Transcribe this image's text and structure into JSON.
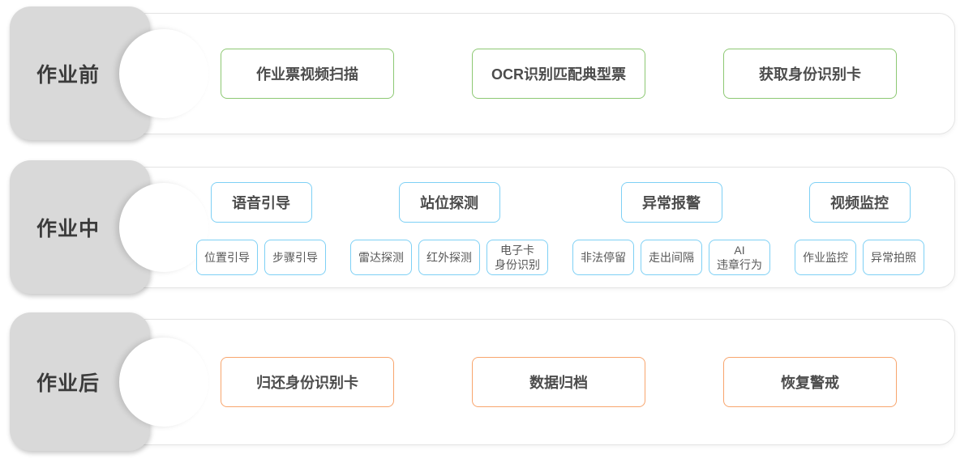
{
  "colors": {
    "pre_accent": "#8dc873",
    "during_accent": "#7ed0f5",
    "post_accent": "#f8a56d",
    "tab_background": "#d9d9d9",
    "panel_border": "#e4e4e4",
    "box_text": "#4c4c4c"
  },
  "phases": [
    {
      "label": "作业前",
      "accent": "#8dc873",
      "items": [
        {
          "label": "作业票视频扫描"
        },
        {
          "label": "OCR识别匹配典型票"
        },
        {
          "label": "获取身份识别卡"
        }
      ]
    },
    {
      "label": "作业中",
      "accent": "#7ed0f5",
      "groups": [
        {
          "label": "语音引导",
          "children": [
            {
              "lines": [
                "位置引导"
              ]
            },
            {
              "lines": [
                "步骤引导"
              ]
            }
          ]
        },
        {
          "label": "站位探测",
          "children": [
            {
              "lines": [
                "雷达探测"
              ]
            },
            {
              "lines": [
                "红外探测"
              ]
            },
            {
              "lines": [
                "电子卡",
                "身份识别"
              ]
            }
          ]
        },
        {
          "label": "异常报警",
          "children": [
            {
              "lines": [
                "非法停留"
              ]
            },
            {
              "lines": [
                "走出间隔"
              ]
            },
            {
              "lines": [
                "AI",
                "违章行为"
              ]
            }
          ]
        },
        {
          "label": "视频监控",
          "children": [
            {
              "lines": [
                "作业监控"
              ]
            },
            {
              "lines": [
                "异常拍照"
              ]
            }
          ]
        }
      ]
    },
    {
      "label": "作业后",
      "accent": "#f8a56d",
      "items": [
        {
          "label": "归还身份识别卡"
        },
        {
          "label": "数据归档"
        },
        {
          "label": "恢复警戒"
        }
      ]
    }
  ]
}
